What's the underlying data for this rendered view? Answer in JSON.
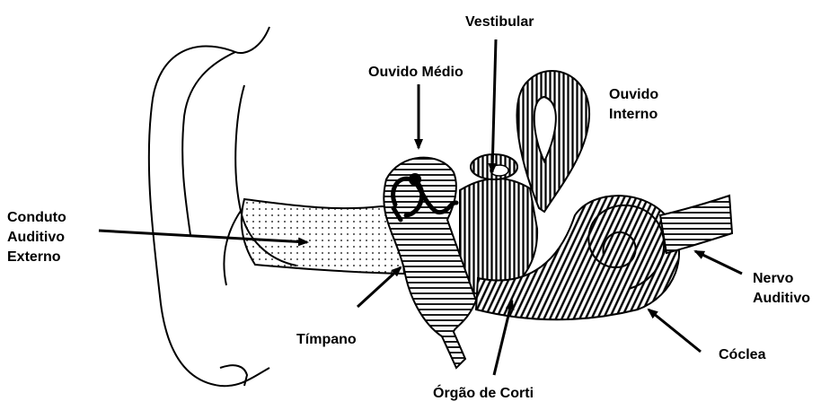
{
  "labels": {
    "vestibular": "Vestibular",
    "ouvido_medio": "Ouvido Médio",
    "ouvido_interno": [
      "Ouvido",
      "Interno"
    ],
    "conduto": [
      "Conduto",
      "Auditivo",
      "Externo"
    ],
    "nervo": [
      "Nervo",
      "Auditivo"
    ],
    "timpano": "Tímpano",
    "coclea": "Cóclea",
    "orgao_corti": "Órgão de Corti"
  },
  "colors": {
    "ink": "#000000",
    "paper": "#ffffff"
  }
}
